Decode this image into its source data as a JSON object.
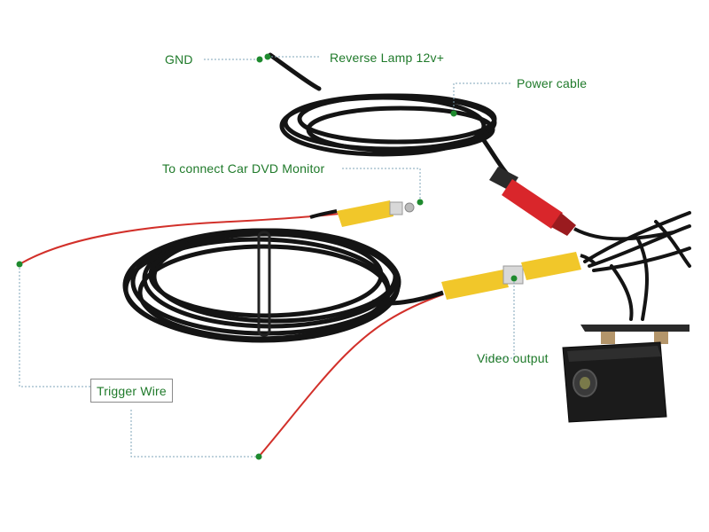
{
  "labels": {
    "gnd": "GND",
    "reverse_lamp": "Reverse Lamp 12v+",
    "power_cable": "Power cable",
    "dvd_monitor": "To connect Car DVD Monitor",
    "video_output": "Video output",
    "trigger_wire": "Trigger Wire"
  },
  "colors": {
    "label_text": "#1f7a2a",
    "leader_line": "#7fa6b8",
    "callout_dot": "#1e8a2e",
    "trigger_wire": "#d2302a",
    "cable": "#141414",
    "rca_plug": "#f1c72a",
    "power_connector": "#d9262b",
    "camera_body": "#1b1b1b",
    "bracket": "#b3956a"
  }
}
